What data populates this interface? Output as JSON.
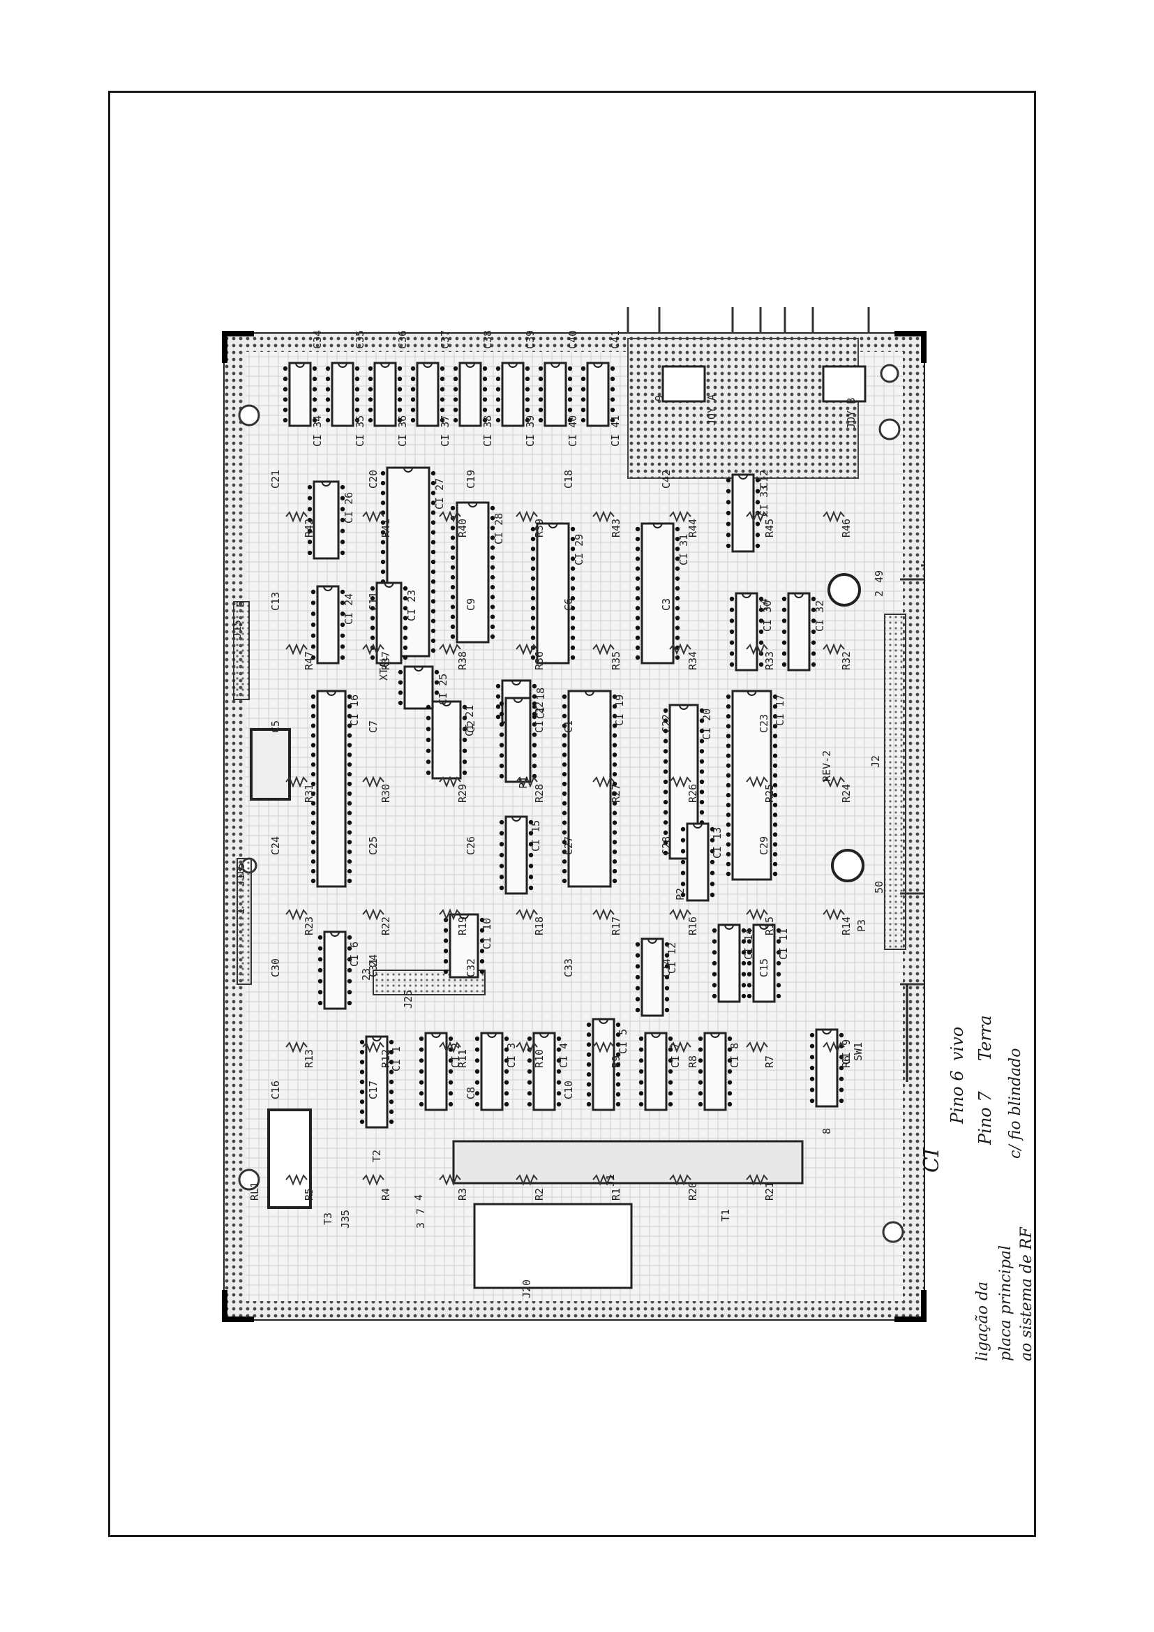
{
  "document": {
    "type": "pcb-silkscreen-drawing",
    "board_revision": "REV-2",
    "colors": {
      "ink": "#1a1a1a",
      "paper": "#ffffff",
      "copper": "#bdbdbd"
    }
  },
  "ic_labels": {
    "top_row": [
      "CI 34",
      "CI 35",
      "CI 36",
      "CI 37",
      "CI 38",
      "CI 39",
      "CI 40",
      "CI 41"
    ],
    "row2": [
      "CI 26",
      "CI 27",
      "CI 28",
      "CI 29",
      "CI 31",
      "CI 33"
    ],
    "row3": [
      "CI 24",
      "CI 23",
      "CI 25",
      "CI 18",
      "CI 30",
      "CI 32"
    ],
    "row4": [
      "CI 16",
      "CI 21",
      "CI 22",
      "CI 15",
      "CI 19",
      "CI 20",
      "CI 17",
      "CI 13",
      "CI 14",
      "CI 12",
      "CI 10",
      "CI 11"
    ],
    "row5": [
      "CI 6",
      "CI 9",
      "CI 1",
      "CI 2",
      "CI 3",
      "CI 4",
      "CI 5",
      "CI 7",
      "CI 8"
    ]
  },
  "component_labels": {
    "capacitors": [
      "C34",
      "C35",
      "C36",
      "C37",
      "C38",
      "C39",
      "C40",
      "C41",
      "C21",
      "C20",
      "C19",
      "C18",
      "C42",
      "C12",
      "C13",
      "C11",
      "C9",
      "C6",
      "C3",
      "C4",
      "C5",
      "C7",
      "C2",
      "C1",
      "C22",
      "C23",
      "C24",
      "C25",
      "C26",
      "C27",
      "C28",
      "C29",
      "C30",
      "C31",
      "C32",
      "C33",
      "C14",
      "C15",
      "C16",
      "C17",
      "C8",
      "C10"
    ],
    "resistors": [
      "R42",
      "R41",
      "R40",
      "R39",
      "R43",
      "R44",
      "R45",
      "R46",
      "R47",
      "R37",
      "R38",
      "R36",
      "R35",
      "R34",
      "R33",
      "R32",
      "R31",
      "R30",
      "R29",
      "R28",
      "R27",
      "R26",
      "R25",
      "R24",
      "R23",
      "R22",
      "R19",
      "R18",
      "R17",
      "R16",
      "R15",
      "R14",
      "R13",
      "R12",
      "R11",
      "R10",
      "R9",
      "R8",
      "R7",
      "R6",
      "R5",
      "R4",
      "R3",
      "R2",
      "R1",
      "R20",
      "R21"
    ],
    "connectors": [
      "J15",
      "J10",
      "J25",
      "J35",
      "J20",
      "J1",
      "J2",
      "JOY A",
      "JOY B",
      "P1",
      "P2",
      "P3",
      "SW1",
      "RL1",
      "T1",
      "T2",
      "T3",
      "XTAL"
    ]
  },
  "pin_numbers": [
    "1",
    "5",
    "6",
    "9",
    "2",
    "49",
    "50",
    "23",
    "24",
    "3",
    "4",
    "7",
    "8"
  ],
  "handwritten_notes": {
    "ci_label": "CI",
    "pin6": "Pino 6",
    "pin6_value": "vivo",
    "pin7": "Pino 7",
    "pin7_value": "Terra",
    "line1": "ligação da",
    "line2": "placa principal",
    "line3": "ao sistema de RF",
    "line4": "c/ fio blindado"
  }
}
